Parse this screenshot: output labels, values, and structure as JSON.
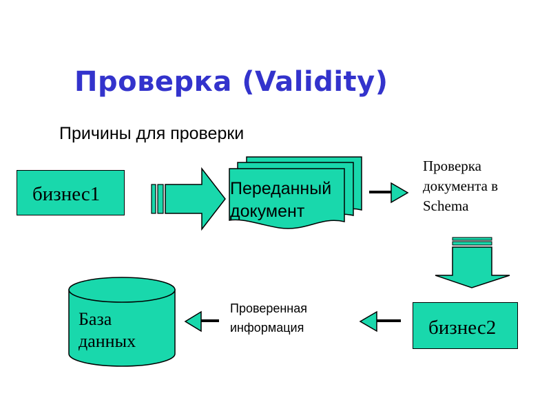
{
  "title": "Проверка (Validity)",
  "subtitle": "Причины для проверки",
  "nodes": {
    "business1": "бизнес1",
    "document": [
      "Переданный",
      "документ"
    ],
    "schema_check": [
      "Проверка",
      "документа в",
      "Schema"
    ],
    "business2": "бизнес2",
    "checked_info": [
      "Проверенная",
      "информация"
    ],
    "database": [
      "База",
      "данных"
    ]
  },
  "colors": {
    "title": "#3333cc",
    "shape_fill": "#19d8ac",
    "outline": "#000000"
  }
}
